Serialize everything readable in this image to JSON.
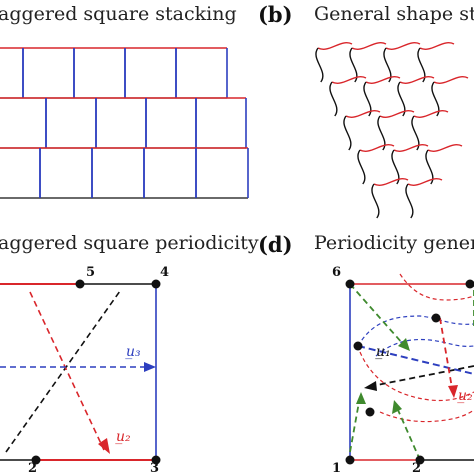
{
  "panel_a": {
    "title": "aggered square stacking"
  },
  "panel_b": {
    "label": "(b)",
    "title": "General shape stack"
  },
  "panel_c": {
    "title": "aggered square periodicity",
    "points": [
      "2",
      "3",
      "4",
      "5"
    ],
    "vectors": {
      "u3": "u̲₃",
      "u2": "u̲₂"
    }
  },
  "panel_d": {
    "label": "(d)",
    "title": "Periodicity genera",
    "points": [
      "1",
      "2",
      "6"
    ],
    "vectors": {
      "u1": "u̲₁",
      "u2": "u̲₂"
    }
  },
  "colors": {
    "red_edge": "#d9262b",
    "blue_edge": "#2d3fbf",
    "black_edge": "#111111",
    "green_vector": "#3f8a2e",
    "red_vector": "#d9262b",
    "blue_vector": "#2d3fbf"
  }
}
